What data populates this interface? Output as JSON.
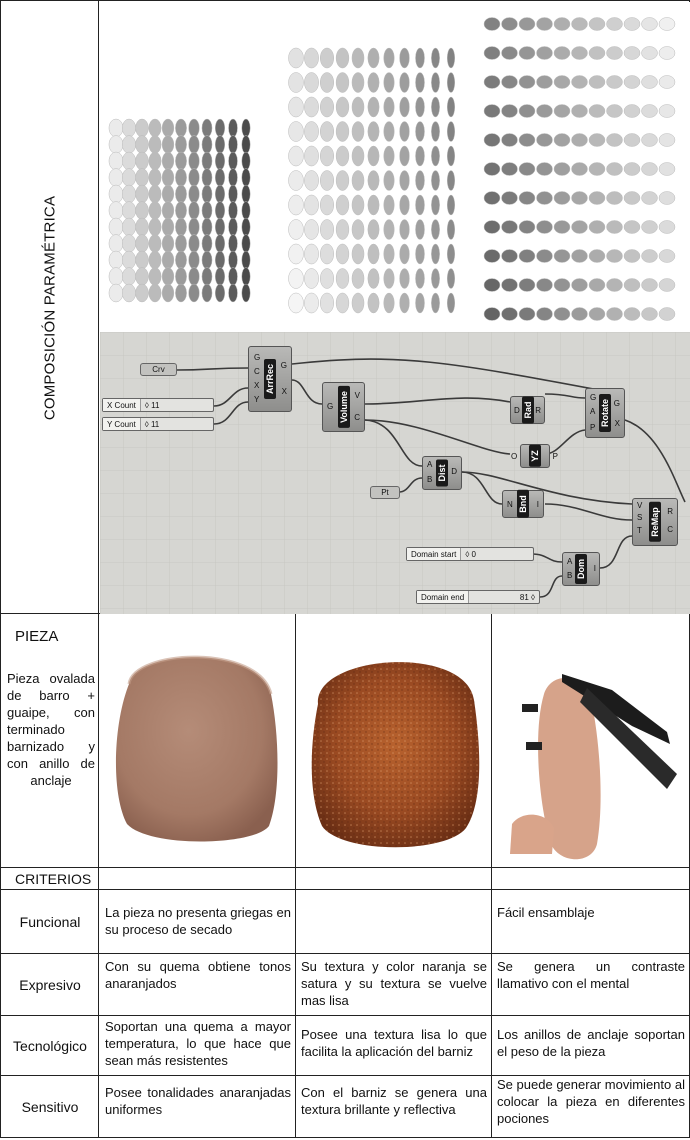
{
  "section_label": "COMPOSICIÓN PARAMÉTRICA",
  "grasshopper": {
    "crv": "Crv",
    "x_count_label": "X Count",
    "x_count_value": "◊ 11",
    "y_count_label": "Y Count",
    "y_count_value": "◊ 11",
    "pt": "Pt",
    "domain_start_label": "Domain start",
    "domain_start_value": "◊ 0",
    "domain_end_label": "Domain end",
    "domain_end_value": "81 ◊",
    "components": {
      "arrrec": "ArrRec",
      "volume": "Volume",
      "dist": "Dist",
      "rad": "Rad",
      "yz": "YZ",
      "bnd": "Bnd",
      "rotate": "Rotate",
      "remap": "ReMap",
      "dom": "Dom"
    }
  },
  "pieza": {
    "title": "PIEZA",
    "description": "Pieza ovalada de barro + guaipe, con terminado barnizado y con anillo de anclaje"
  },
  "criterios": {
    "header": "CRITERIOS",
    "rows": [
      {
        "label": "Funcional",
        "c1": "La pieza no presenta griegas en su proceso de secado",
        "c2": "",
        "c3": "Fácil ensamblaje"
      },
      {
        "label": "Expresivo",
        "c1": "Con su quema obtiene tonos anaranjados",
        "c2": "Su textura y color naranja se satura y su textura se vuelve mas lisa",
        "c3": "Se genera un contraste llamativo con el mental"
      },
      {
        "label": "Tecnológico",
        "c1": "Soportan una quema a mayor temperatura, lo que hace que sean más resistentes",
        "c2": "Posee una textura lisa lo que facilita la aplicación del barniz",
        "c3": "Los anillos de anclaje soportan el peso de la pieza"
      },
      {
        "label": "Sensitivo",
        "c1": "Posee tonalidades anaranjadas uniformes",
        "c2": "Con el barniz se genera una textura brillante y reflectiva",
        "c3": "Se puede generar movimiento al colocar la pieza en diferentes pociones"
      }
    ]
  }
}
